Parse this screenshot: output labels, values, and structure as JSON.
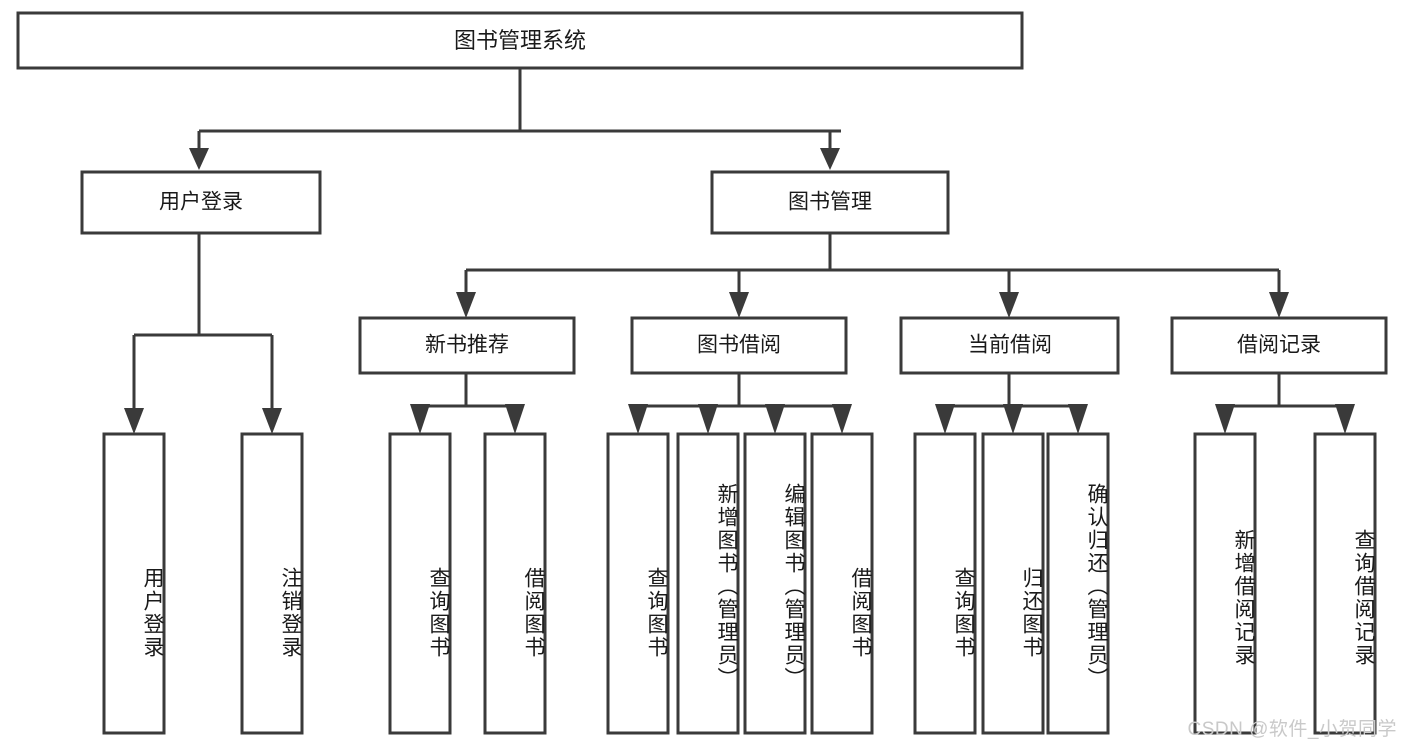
{
  "diagram": {
    "type": "tree",
    "title": "图书管理系统",
    "orientation": "top-down",
    "colors": {
      "box_stroke": "#3a3a3a",
      "box_fill": "#ffffff",
      "text": "#1a1a1a",
      "connector": "#3a3a3a",
      "watermark": "#c9c9c9",
      "background": "#ffffff"
    },
    "root": {
      "label": "图书管理系统"
    },
    "level2": [
      {
        "label": "用户登录"
      },
      {
        "label": "图书管理"
      }
    ],
    "level3": [
      {
        "label": "新书推荐"
      },
      {
        "label": "图书借阅"
      },
      {
        "label": "当前借阅"
      },
      {
        "label": "借阅记录"
      }
    ],
    "leaves": {
      "user_login": [
        {
          "label": "用户登录"
        },
        {
          "label": "注销登录"
        }
      ],
      "new_book_recommend": [
        {
          "label": "查询图书"
        },
        {
          "label": "借阅图书"
        }
      ],
      "book_borrow": [
        {
          "label": "查询图书"
        },
        {
          "label": "新增图书（管理员）"
        },
        {
          "label": "编辑图书（管理员）"
        },
        {
          "label": "借阅图书"
        }
      ],
      "current_borrow": [
        {
          "label": "查询图书"
        },
        {
          "label": "归还图书"
        },
        {
          "label": "确认归还（管理员）"
        }
      ],
      "borrow_record": [
        {
          "label": "新增借阅记录"
        },
        {
          "label": "查询借阅记录"
        }
      ]
    },
    "watermark": "CSDN @软件_小贺同学"
  }
}
